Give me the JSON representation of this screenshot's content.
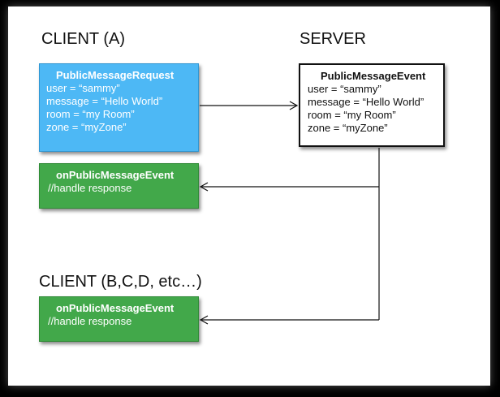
{
  "client_a": {
    "heading": "CLIENT (A)",
    "request": {
      "title": "PublicMessageRequest",
      "lines": [
        "user = “sammy”",
        "message = “Hello World”",
        "room = “my Room”",
        "zone = “myZone”"
      ]
    },
    "handler": {
      "title": "onPublicMessageEvent",
      "line": "//handle response"
    }
  },
  "server": {
    "heading": "SERVER",
    "event": {
      "title": "PublicMessageEvent",
      "lines": [
        "user = “sammy”",
        "message = “Hello World”",
        "room = “my Room”",
        "zone = “myZone”"
      ]
    }
  },
  "client_others": {
    "heading": "CLIENT (B,C,D, etc…)",
    "handler": {
      "title": "onPublicMessageEvent",
      "line": "//handle response"
    }
  },
  "colors": {
    "request_box": "#4db8f5",
    "handler_box": "#42a84a",
    "event_box": "#ffffff"
  }
}
